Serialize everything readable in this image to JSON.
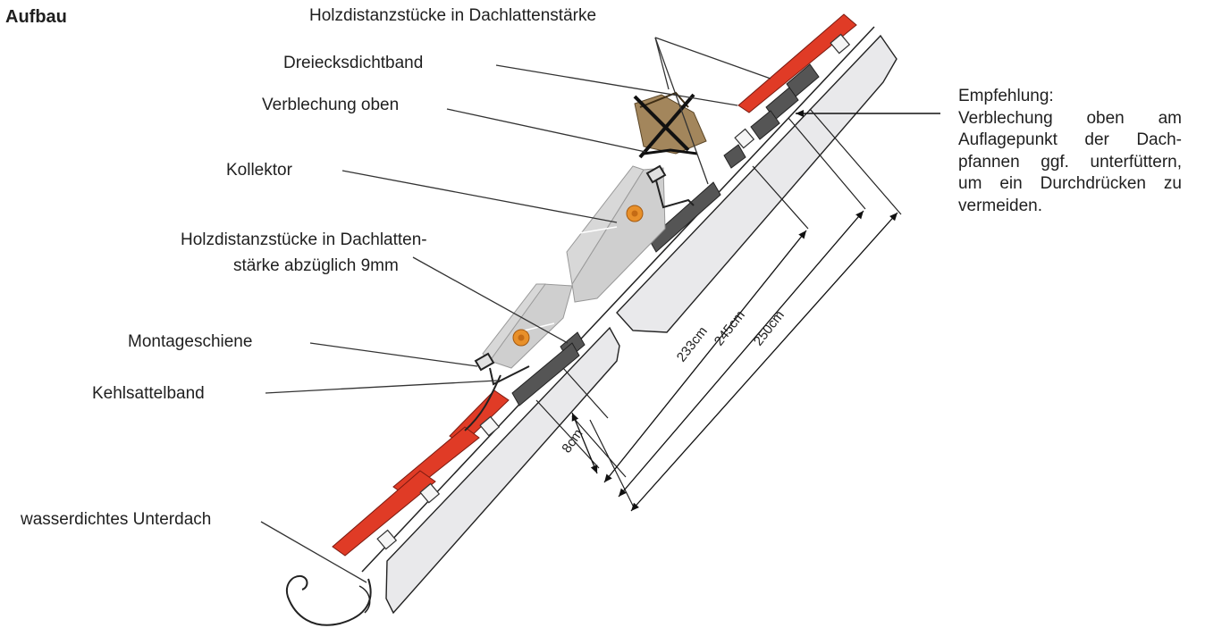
{
  "title": "Aufbau",
  "labels": {
    "spacer_top": "Holzdistanzstücke in Dachlattenstärke",
    "triangle_seal": "Dreiecksdichtband",
    "flashing_top": "Verblechung oben",
    "collector": "Kollektor",
    "spacer_reduced_line1": "Holzdistanzstücke in Dachlatten-",
    "spacer_reduced_line2": "stärke abzüglich 9mm",
    "mounting_rail": "Montageschiene",
    "valley_tape": "Kehlsattelband",
    "underroof": "wasserdichtes Unterdach"
  },
  "recommendation": {
    "lines": [
      "Empfehlung:",
      "Verblechung oben am",
      "Auflagepunkt der Dach-",
      "pfannen ggf. unterfüttern,",
      "um ein Durchdrücken zu",
      "vermeiden."
    ]
  },
  "dimensions": {
    "d8": "8cm",
    "d233": "233cm",
    "d245": "245cm",
    "d250": "250cm"
  },
  "colors": {
    "tile": "#e03b26",
    "spacer": "#555555",
    "collector": "#cfcfcf",
    "board": "#e6e6e6",
    "sensor": "#e8902a",
    "flashing": "#a3865c"
  }
}
